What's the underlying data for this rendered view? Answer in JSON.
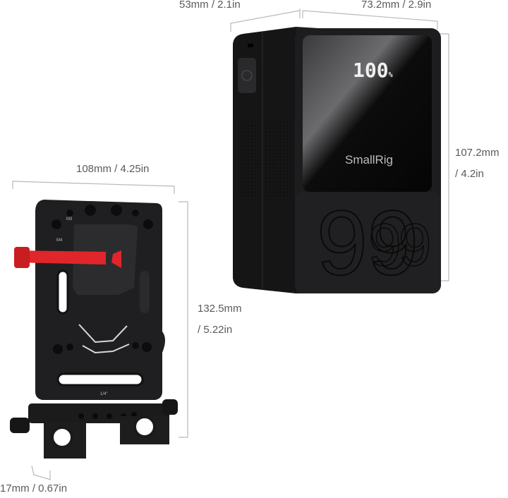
{
  "dimensions": {
    "battery_depth": "53mm / 2.1in",
    "battery_width": "73.2mm / 2.9in",
    "battery_height_mm": "107.2mm",
    "battery_height_in": "/ 4.2in",
    "plate_width": "108mm / 4.25in",
    "plate_height_mm": "132.5mm",
    "plate_height_in": "/ 5.22in",
    "plate_thickness": "17mm / 0.67in"
  },
  "battery": {
    "display_value": "100",
    "display_unit": "%",
    "brand": "SmallRig",
    "model_mark": "99"
  },
  "plate": {
    "hole_labels": [
      "M3",
      "M4"
    ],
    "mount_thread": "1/4\""
  },
  "colors": {
    "background": "#ffffff",
    "product_body": "#1c1c1e",
    "accent_red": "#e0262b",
    "dimension_line": "#b9b9b9",
    "label_text": "#5a5a5a"
  }
}
